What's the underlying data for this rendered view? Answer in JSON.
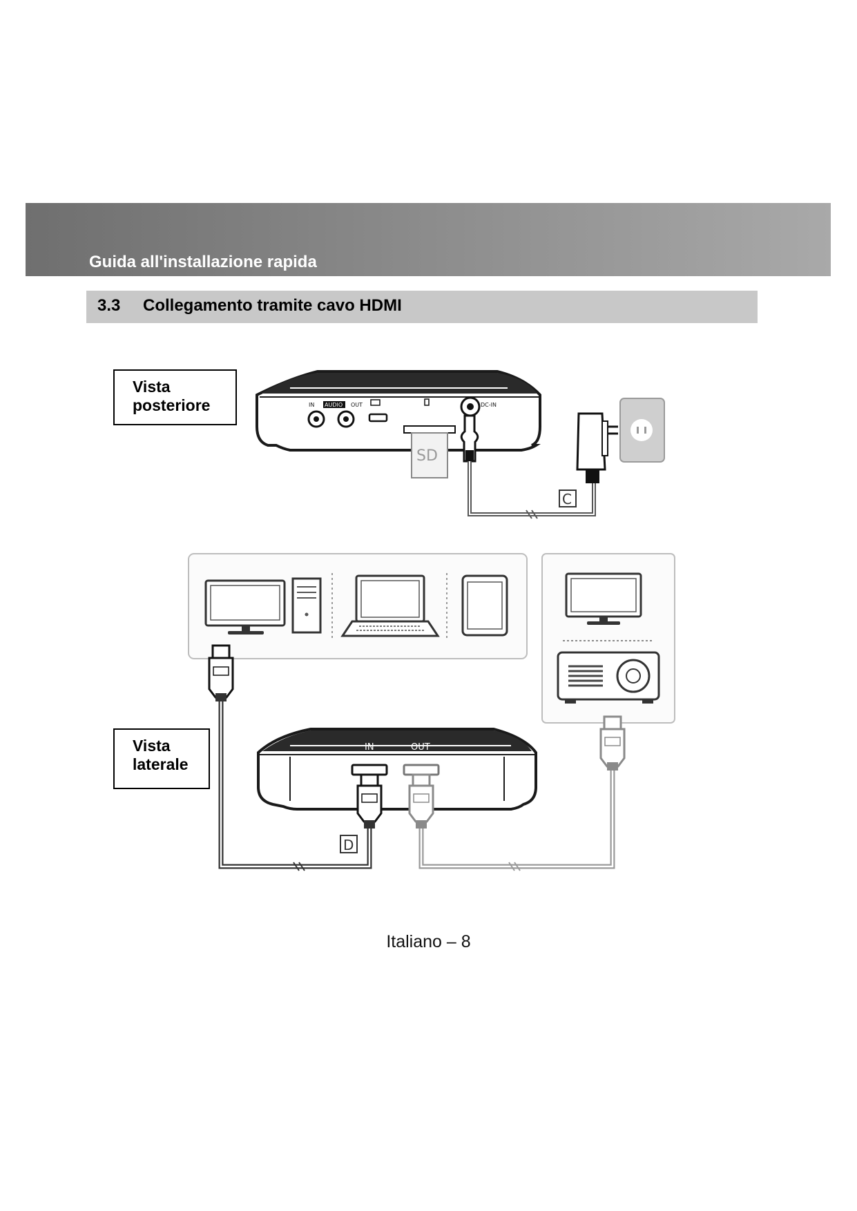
{
  "header": {
    "title": "Guida all'installazione rapida"
  },
  "section": {
    "number": "3.3",
    "title": "Collegamento tramite cavo HDMI"
  },
  "captions": {
    "rear": {
      "line1": "Vista",
      "line2": "posteriore"
    },
    "side": {
      "line1": "Vista",
      "line2": "laterale"
    }
  },
  "diagram": {
    "rear_ports": {
      "in": "IN",
      "audio": "AUDIO",
      "out": "OUT",
      "dc_in": "DC-IN"
    },
    "sd_label": "SD",
    "cable_c": "C",
    "cable_d": "D",
    "hdmi_in": "IN",
    "hdmi_out": "OUT"
  },
  "footer": {
    "page": "Italiano – 8"
  }
}
